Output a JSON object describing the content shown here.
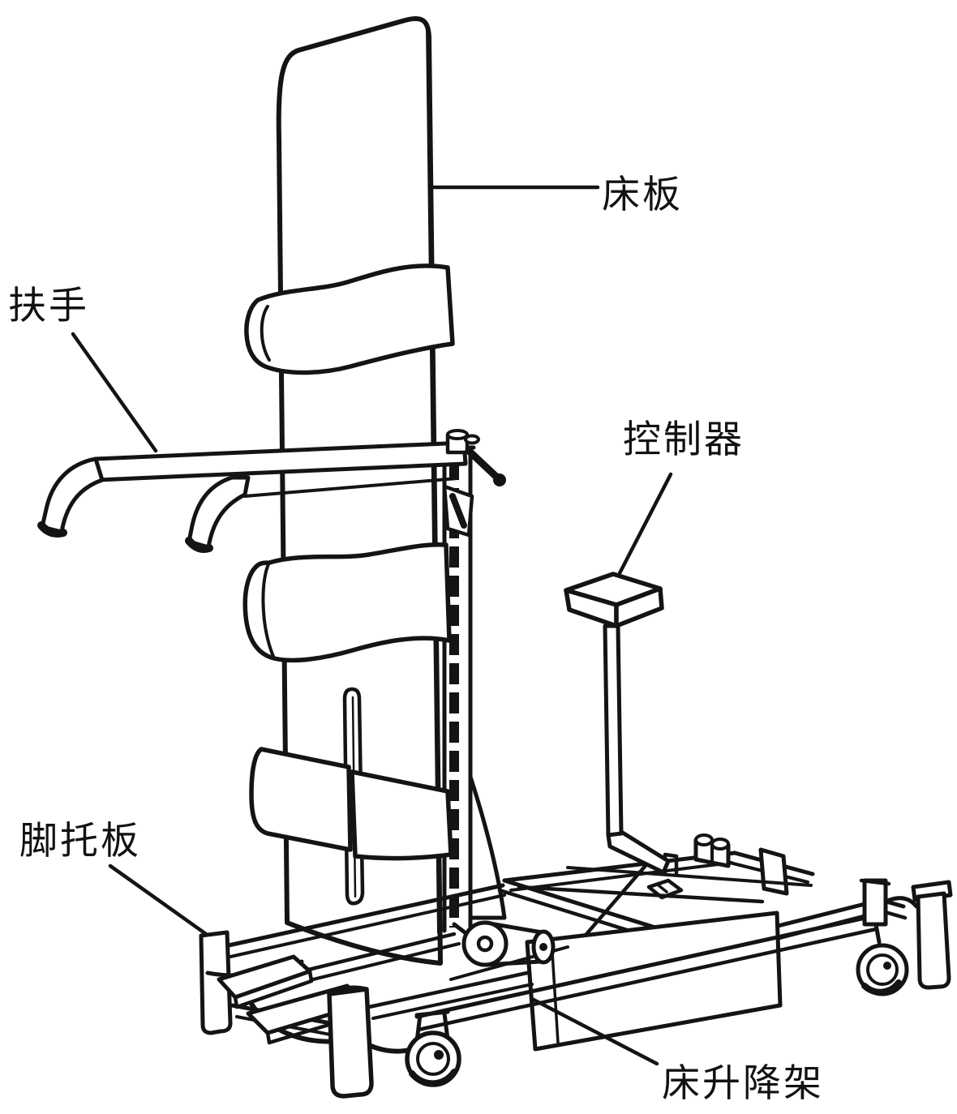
{
  "figure": {
    "kind": "patent-style line drawing of a powered standing bed",
    "background_color": "#ffffff",
    "line_color": "#141414"
  },
  "labels": {
    "bed_board": "床板",
    "handrail": "扶手",
    "controller": "控制器",
    "foot_board": "脚托板",
    "bed_lift_frame": "床升降架"
  }
}
